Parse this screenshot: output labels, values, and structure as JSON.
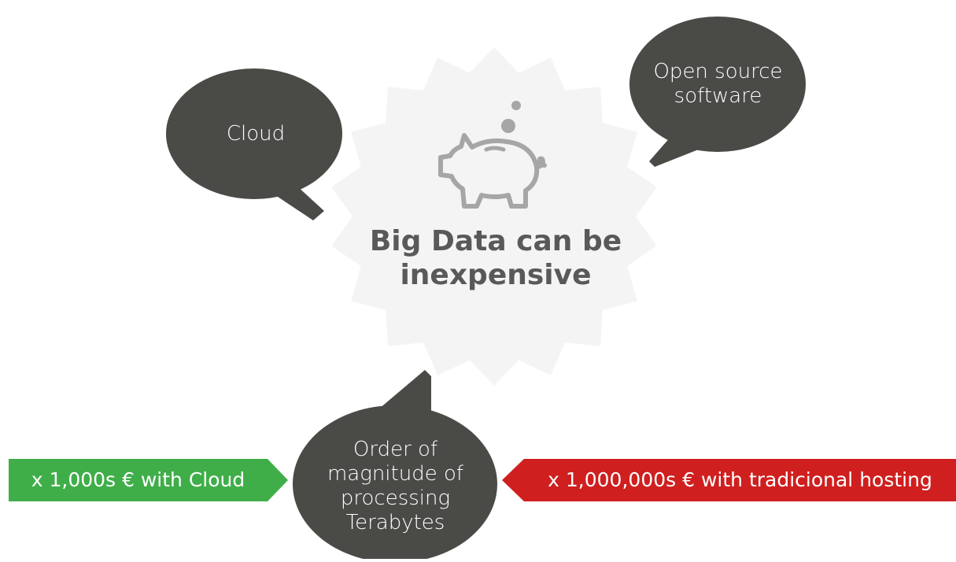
{
  "title": {
    "line1": "Big Data can be",
    "line2": "inexpensive"
  },
  "bubbles": {
    "cloud": "Cloud",
    "open_source": {
      "line1": "Open source",
      "line2": "software"
    },
    "order": {
      "line1": "Order of",
      "line2": "magnitude of",
      "line3": "processing",
      "line4": "Terabytes"
    }
  },
  "arrows": {
    "cloud_cost": "x 1,000s € with Cloud",
    "traditional_cost": "x 1,000,000s € with tradicional hosting"
  },
  "icon": {
    "name": "piggy-bank-icon"
  },
  "colors": {
    "bubble": "#4a4a47",
    "starburst": "#f4f4f4",
    "icon": "#a6a6a6",
    "title": "#595959",
    "cloud_arrow": "#3fae49",
    "traditional_arrow": "#cf1f1f"
  }
}
